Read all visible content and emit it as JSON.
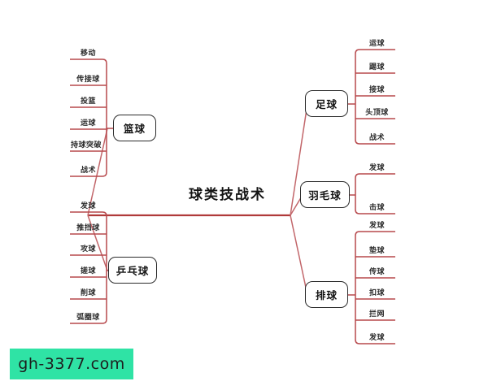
{
  "center": {
    "label": "球类技战术"
  },
  "watermark": {
    "label": "gh-3377.com"
  },
  "colors": {
    "spine": "#b03a3a",
    "branch": "#c2666a",
    "leaf_rule": "#b7484c",
    "node_border": "#2b2b2b",
    "badge_bg": "#2fe3a5",
    "text": "#141414",
    "background": "#ffffff"
  },
  "branches": [
    {
      "id": "basketball",
      "label": "篮球",
      "side": "left",
      "leaves": [
        {
          "label": "移动"
        },
        {
          "label": "传接球"
        },
        {
          "label": "投篮"
        },
        {
          "label": "运球"
        },
        {
          "label": "持球突破"
        },
        {
          "label": "战术"
        }
      ]
    },
    {
      "id": "table-tennis",
      "label": "乒乓球",
      "side": "left",
      "leaves": [
        {
          "label": "发球"
        },
        {
          "label": "推挡球"
        },
        {
          "label": "攻球"
        },
        {
          "label": "搓球"
        },
        {
          "label": "削球"
        },
        {
          "label": "弧圈球"
        }
      ]
    },
    {
      "id": "soccer",
      "label": "足球",
      "side": "right",
      "leaves": [
        {
          "label": "运球"
        },
        {
          "label": "踢球"
        },
        {
          "label": "接球"
        },
        {
          "label": "头顶球"
        },
        {
          "label": "战术"
        }
      ]
    },
    {
      "id": "badminton",
      "label": "羽毛球",
      "side": "right",
      "leaves": [
        {
          "label": "发球"
        },
        {
          "label": "击球"
        }
      ]
    },
    {
      "id": "volleyball",
      "label": "排球",
      "side": "right",
      "leaves": [
        {
          "label": "发球"
        },
        {
          "label": "垫球"
        },
        {
          "label": "传球"
        },
        {
          "label": "扣球"
        },
        {
          "label": "拦网"
        },
        {
          "label": "发球"
        }
      ]
    }
  ]
}
